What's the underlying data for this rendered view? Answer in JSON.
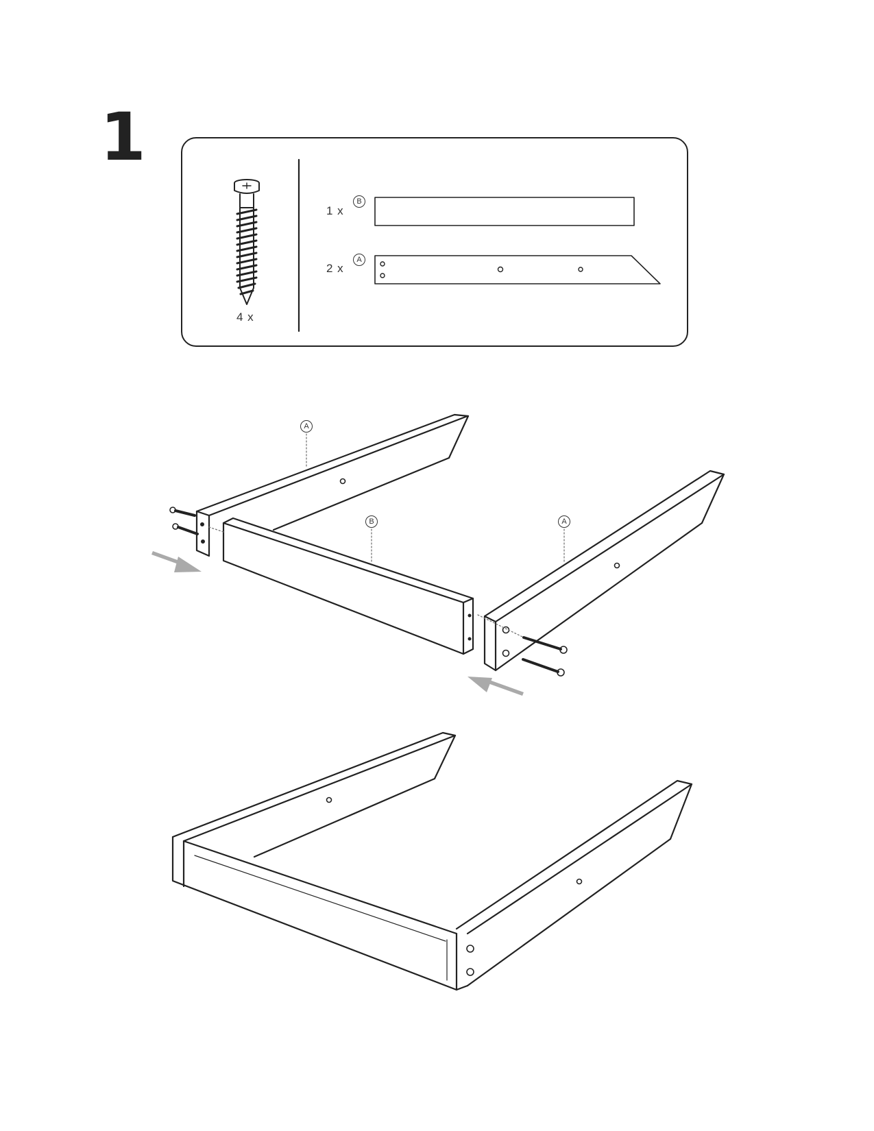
{
  "step": {
    "number": "1"
  },
  "parts": {
    "screw": {
      "quantity": "4 x",
      "icon": "screw-icon"
    },
    "items": [
      {
        "quantity": "1 x",
        "label": "B",
        "icon": "board-b-icon"
      },
      {
        "quantity": "2 x",
        "label": "A",
        "icon": "board-a-icon"
      }
    ]
  },
  "assembly": {
    "callouts": [
      {
        "label": "A"
      },
      {
        "label": "B"
      },
      {
        "label": "A"
      }
    ]
  }
}
